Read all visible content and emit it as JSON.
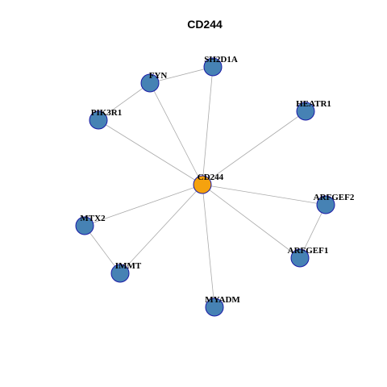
{
  "title": "CD244",
  "colors": {
    "center_fill": "#f5a20e",
    "node_fill": "#4682b4",
    "node_stroke": "#1a1aa6",
    "edge": "#aaaaaa"
  },
  "nodes": [
    {
      "id": "CD244",
      "label": "CD244",
      "role": "center"
    },
    {
      "id": "SH2D1A",
      "label": "SH2D1A",
      "role": "neighbor"
    },
    {
      "id": "FYN",
      "label": "FYN",
      "role": "neighbor"
    },
    {
      "id": "PIK3R1",
      "label": "PIK3R1",
      "role": "neighbor"
    },
    {
      "id": "HEATR1",
      "label": "HEATR1",
      "role": "neighbor"
    },
    {
      "id": "ARFGEF2",
      "label": "ARFGEF2",
      "role": "neighbor"
    },
    {
      "id": "ARFGEF1",
      "label": "ARFGEF1",
      "role": "neighbor"
    },
    {
      "id": "MYADM",
      "label": "MYADM",
      "role": "neighbor"
    },
    {
      "id": "IMMT",
      "label": "IMMT",
      "role": "neighbor"
    },
    {
      "id": "MTX2",
      "label": "MTX2",
      "role": "neighbor"
    }
  ],
  "edges": [
    [
      "CD244",
      "SH2D1A"
    ],
    [
      "CD244",
      "FYN"
    ],
    [
      "CD244",
      "PIK3R1"
    ],
    [
      "CD244",
      "HEATR1"
    ],
    [
      "CD244",
      "ARFGEF2"
    ],
    [
      "CD244",
      "ARFGEF1"
    ],
    [
      "CD244",
      "MYADM"
    ],
    [
      "CD244",
      "IMMT"
    ],
    [
      "CD244",
      "MTX2"
    ],
    [
      "FYN",
      "SH2D1A"
    ],
    [
      "FYN",
      "PIK3R1"
    ],
    [
      "ARFGEF2",
      "ARFGEF1"
    ],
    [
      "MTX2",
      "IMMT"
    ]
  ]
}
